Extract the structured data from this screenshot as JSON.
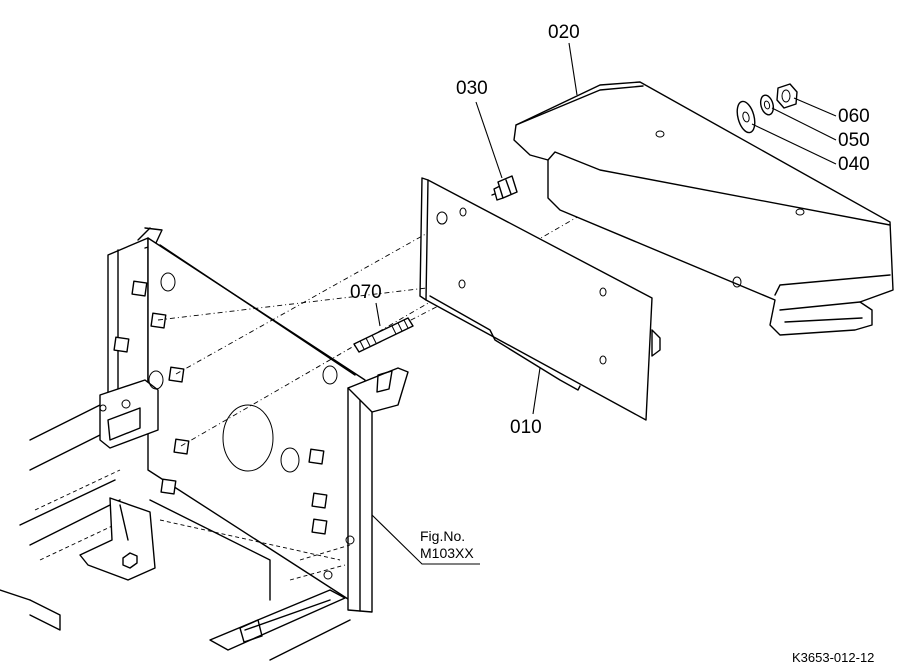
{
  "part_labels": {
    "p010": "010",
    "p020": "020",
    "p030": "030",
    "p040": "040",
    "p050": "050",
    "p060": "060",
    "p070": "070"
  },
  "figure_reference": {
    "line1": "Fig.No.",
    "line2": "M103XX"
  },
  "drawing_code": "K3653-012-12"
}
